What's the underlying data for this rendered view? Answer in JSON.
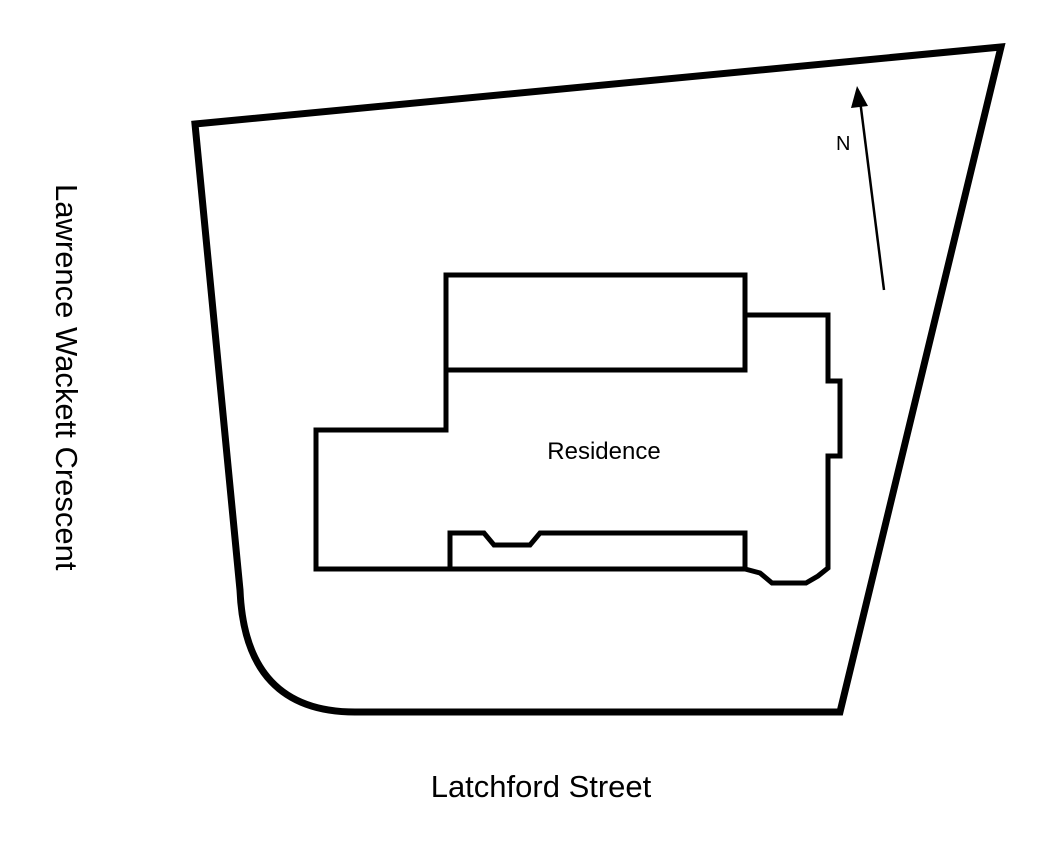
{
  "labels": {
    "west_street": "Lawrence Wackett Crescent",
    "south_street": "Latchford Street",
    "building": "Residence",
    "north": "N"
  },
  "colors": {
    "stroke": "#000000",
    "background": "#ffffff"
  },
  "icons": {
    "north_arrow": "north-arrow-icon"
  }
}
